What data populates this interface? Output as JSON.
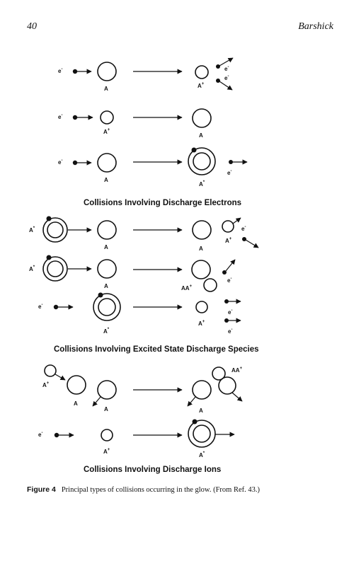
{
  "header": {
    "page_number": "40",
    "running_head": "Barshick"
  },
  "labels": {
    "electron": "e",
    "electron_sup": "-",
    "atom": "A",
    "ion_sup": "+",
    "excited_sup": "*",
    "dimer": "AA",
    "dimer_sup": "+"
  },
  "sections": [
    {
      "title": "Collisions Involving Discharge Electrons"
    },
    {
      "title": "Collisions Involving Excited State Discharge Species"
    },
    {
      "title": "Collisions Involving Discharge Ions"
    }
  ],
  "caption": {
    "label": "Figure 4",
    "text": "Principal types of collisions occurring in the glow. (From Ref. 43.)"
  }
}
